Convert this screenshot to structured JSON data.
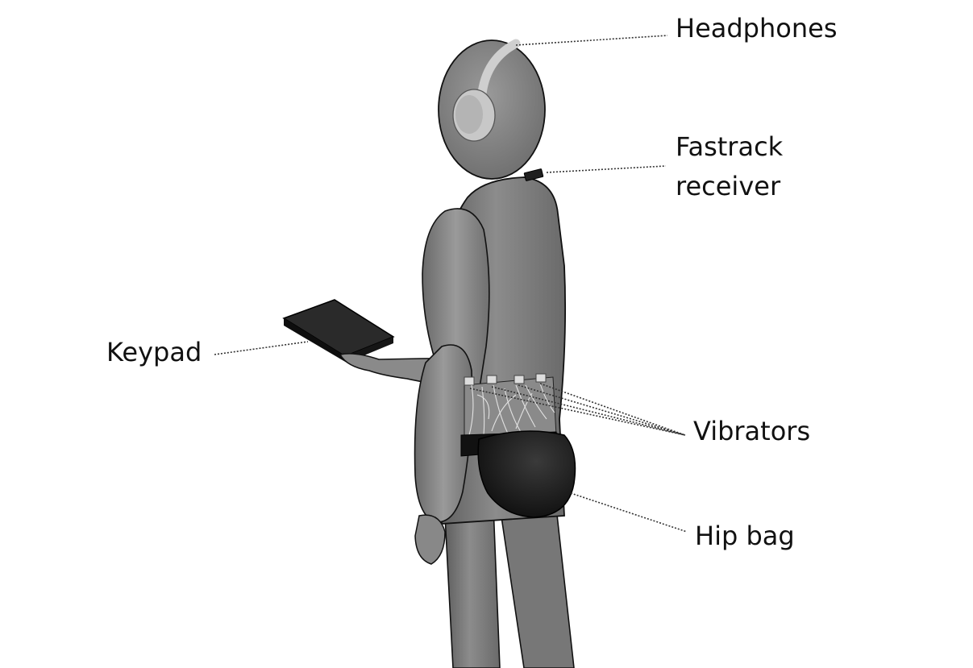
{
  "labels": {
    "headphones": "Headphones",
    "fastrack_line1": "Fastrack",
    "fastrack_line2": "receiver",
    "keypad": "Keypad",
    "vibrators": "Vibrators",
    "hip_bag": "Hip bag"
  },
  "colors": {
    "body": "#7a7a7a",
    "outline": "#111111",
    "device": "#1c1c1c",
    "headphones": "#c4c4c4",
    "background": "#ffffff"
  }
}
